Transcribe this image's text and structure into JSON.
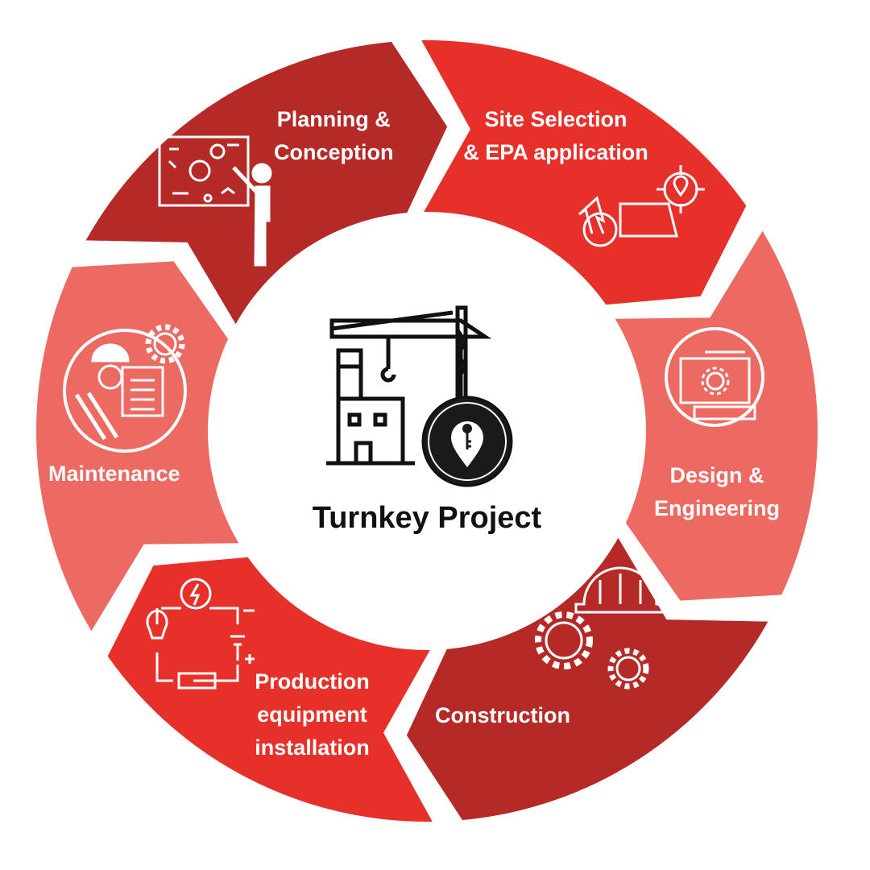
{
  "title": "Turnkey Project",
  "colors": {
    "bright": "#e8302a",
    "light": "#ec6a62",
    "dark": "#b52a27"
  },
  "steps": [
    {
      "line1": "Planning &",
      "line2": "Conception",
      "color": "#e8302a",
      "icon": "presentation-board-icon"
    },
    {
      "line1": "Site Selection",
      "line2": "& EPA application",
      "color": "#ec6a62",
      "icon": "location-target-icon"
    },
    {
      "line1": "Design &",
      "line2": "Engineering",
      "color": "#b52a27",
      "icon": "blueprint-gear-icon"
    },
    {
      "line1": "Construction",
      "color": "#e8302a",
      "icon": "gears-helmet-icon"
    },
    {
      "line1": "Production",
      "line2": "equipment",
      "line3": "installation",
      "color": "#ec6a62",
      "icon": "electric-circuit-icon"
    },
    {
      "line1": "Maintenance",
      "color": "#b52a27",
      "icon": "worker-clipboard-icon"
    }
  ]
}
